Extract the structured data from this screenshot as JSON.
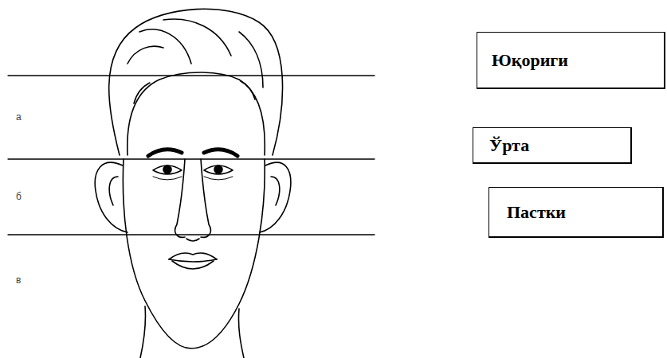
{
  "diagram": {
    "nodes": [
      {
        "text": [
          "Юқориги"
        ]
      },
      {
        "text": [
          "Ўрта"
        ]
      },
      {
        "text": [
          "Пастки"
        ]
      }
    ],
    "labels": [
      "а",
      "б",
      "в"
    ]
  }
}
